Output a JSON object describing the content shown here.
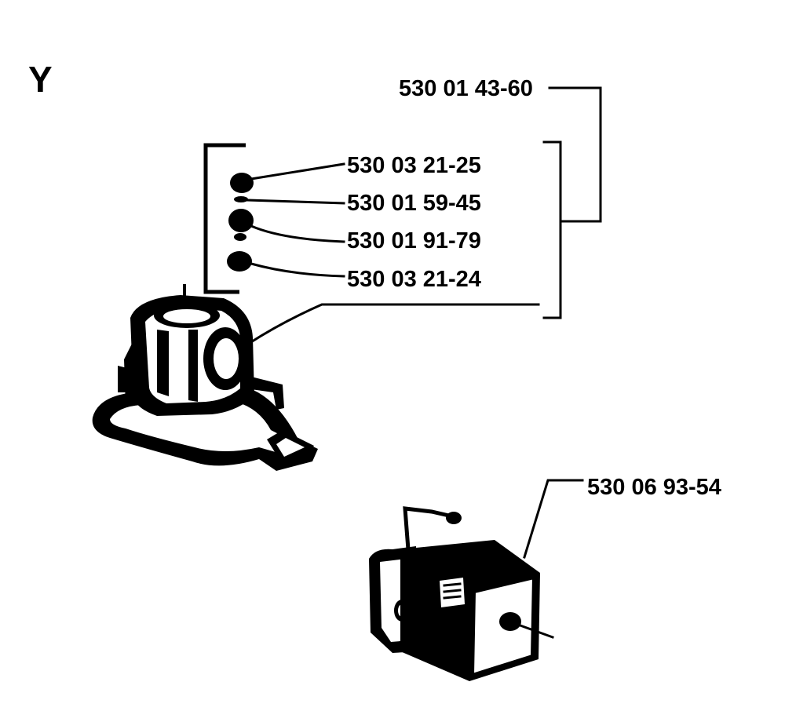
{
  "section_letter": "Y",
  "parts": {
    "kit": "530 01 43-60",
    "seal_top": "530 03 21-25",
    "spacer": "530 01 59-45",
    "bearing": "530 01 91-79",
    "seal_bottom": "530 03 21-24",
    "ignition_module": "530 06 93-54"
  }
}
